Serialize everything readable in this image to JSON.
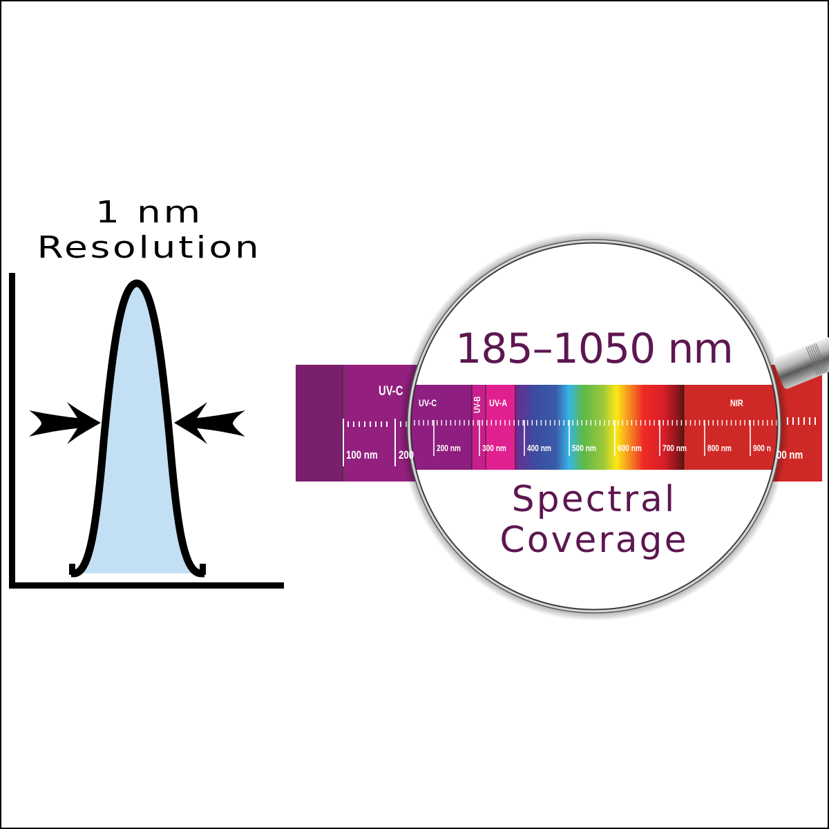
{
  "resolution_panel": {
    "title_line1": "1 nm",
    "title_line2": "Resolution",
    "peak_fill_color": "#c2dff4",
    "stroke_color": "#000000",
    "arrows": [
      "arrow-right-inward",
      "arrow-left-inward"
    ]
  },
  "spectrum_panel": {
    "range_label": "185–1050 nm",
    "caption_line1": "Spectral",
    "caption_line2": "Coverage",
    "text_color": "#5d1750",
    "background_bar": {
      "band_label": "UV-C",
      "tick_labels": [
        "100 nm",
        "200"
      ],
      "right_tick_fragment": "00 nm",
      "colors": {
        "far_uv": "#7a1f6c",
        "uvc": "#93207f",
        "nir": "#cf2927"
      }
    },
    "magnified_bar": {
      "bands": [
        {
          "label": "UV-C",
          "color": "#8e1f80"
        },
        {
          "label": "UV-B",
          "color": "#c81f8e"
        },
        {
          "label": "UV-A",
          "color": "#e0208f"
        },
        {
          "label": "",
          "color": "visible-gradient"
        },
        {
          "label": "NIR",
          "color": "#cf2927"
        }
      ],
      "tick_labels": [
        "200 nm",
        "300 nm",
        "400 nm",
        "500 nm",
        "600 nm",
        "700 nm",
        "800 nm",
        "900 n"
      ]
    },
    "magnifier": {
      "icon": "magnifying-glass-icon",
      "ring_color": "#a9a9a9"
    }
  }
}
